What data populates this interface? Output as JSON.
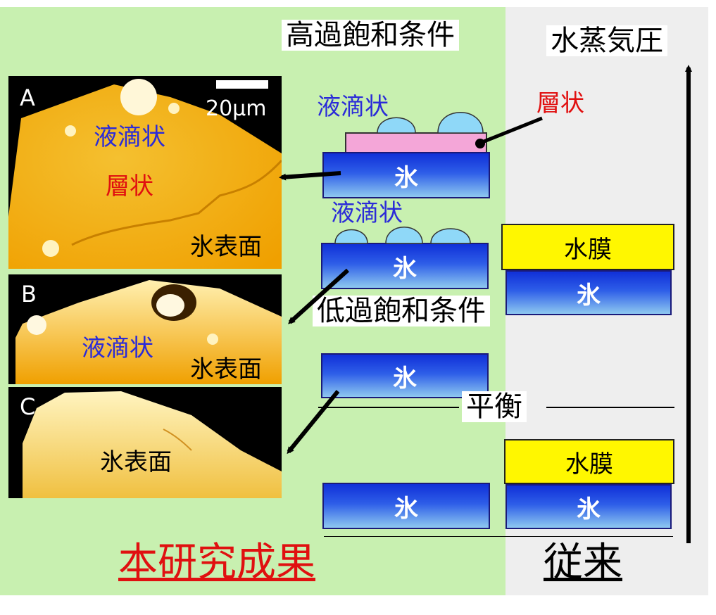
{
  "title_high": "高過飽和条件",
  "title_low": "低過飽和条件",
  "vapor_pressure": "水蒸気圧",
  "equilibrium": "平衡",
  "this_study": "本研究成果",
  "conventional": "従来",
  "droplets": "液滴状",
  "layered": "層状",
  "ice": "氷",
  "water_film": "水膜",
  "ice_surface": "氷表面",
  "scale_bar": "20μm",
  "panels": {
    "a": "A",
    "b": "B",
    "c": "C"
  },
  "colors": {
    "background_green": "#c8f0b0",
    "background_gray": "#eeeeee",
    "ice_blue": "#1030d8",
    "water_film_yellow": "#fff700",
    "layer_pink": "#f4a6d8",
    "droplet_blue": "#8fd8f8",
    "label_blue": "#2b2bd8",
    "label_red": "#e01010"
  }
}
